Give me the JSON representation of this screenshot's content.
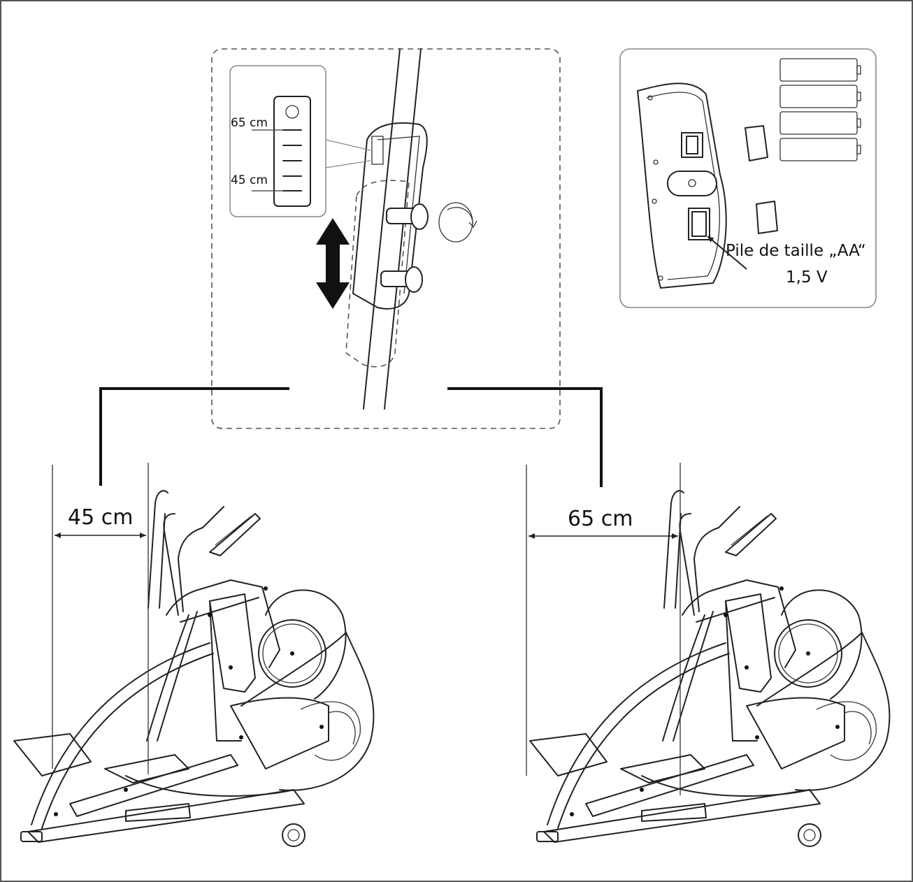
{
  "labels": {
    "scale_top": "65 cm",
    "scale_bottom": "45 cm",
    "battery_type": "Pile de taille  „AA“",
    "battery_voltage": "1,5 V",
    "left_distance": "45 cm",
    "right_distance": "65 cm"
  }
}
